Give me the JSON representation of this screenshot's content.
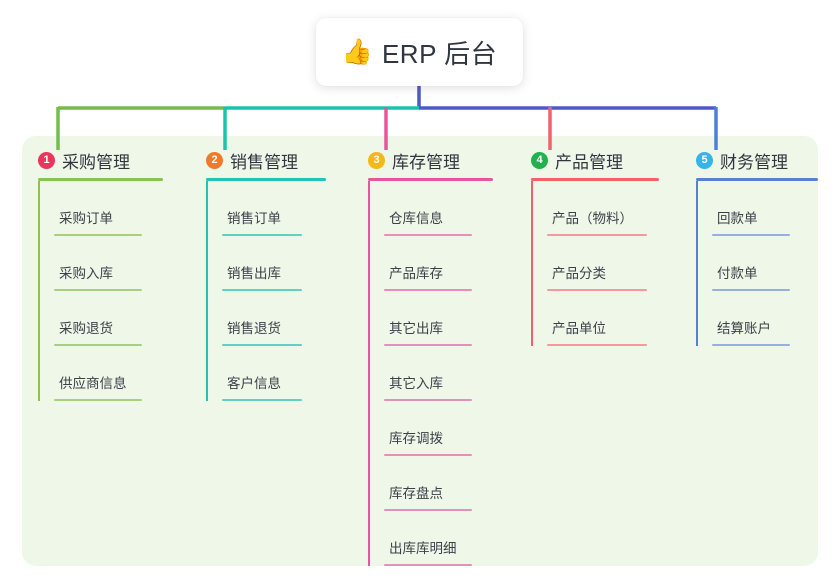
{
  "root": {
    "icon": "thumbs-up-emoji",
    "icon_glyph": "👍",
    "title": "ERP 后台"
  },
  "panel": {
    "background_color": "#eff7e9"
  },
  "connector_colors": {
    "trunk": "#4f58c8",
    "segment_1": "#76bc4d",
    "segment_2": "#18c5ab",
    "segment_3": "#4f58c8",
    "drop_1": "#76bc4d",
    "drop_2": "#18c5ab",
    "drop_3": "#e8559b",
    "drop_4": "#f4606c",
    "drop_5": "#4f7fd4"
  },
  "columns": [
    {
      "index": "1",
      "badge_label": "1",
      "badge_color": "#e8365d",
      "line_color": "#8cc254",
      "rule_color": "#a8cf7e",
      "title": "采购管理",
      "items": [
        {
          "label": "采购订单"
        },
        {
          "label": "采购入库"
        },
        {
          "label": "采购退货"
        },
        {
          "label": "供应商信息"
        }
      ]
    },
    {
      "index": "2",
      "badge_label": "2",
      "badge_color": "#f2792a",
      "line_color": "#23c4b4",
      "rule_color": "#63cfc2",
      "title": "销售管理",
      "items": [
        {
          "label": "销售订单"
        },
        {
          "label": "销售出库"
        },
        {
          "label": "销售退货"
        },
        {
          "label": "客户信息"
        }
      ]
    },
    {
      "index": "3",
      "badge_label": "3",
      "badge_color": "#f5b81b",
      "line_color": "#e8559b",
      "rule_color": "#e390bb",
      "title": "库存管理",
      "items": [
        {
          "label": "仓库信息"
        },
        {
          "label": "产品库存"
        },
        {
          "label": "其它出库"
        },
        {
          "label": "其它入库"
        },
        {
          "label": "库存调拨"
        },
        {
          "label": "库存盘点"
        },
        {
          "label": "出库库明细"
        }
      ]
    },
    {
      "index": "4",
      "badge_label": "4",
      "badge_color": "#22b14c",
      "line_color": "#f4606c",
      "rule_color": "#f49a9d",
      "title": "产品管理",
      "items": [
        {
          "label": "产品（物料）"
        },
        {
          "label": "产品分类"
        },
        {
          "label": "产品单位"
        }
      ]
    },
    {
      "index": "5",
      "badge_label": "5",
      "badge_color": "#35b4e8",
      "line_color": "#5b7fd0",
      "rule_color": "#98aee0",
      "title": "财务管理",
      "items": [
        {
          "label": "回款单"
        },
        {
          "label": "付款单"
        },
        {
          "label": "结算账户"
        }
      ]
    }
  ],
  "layout": {
    "column_left": [
      22,
      190,
      352,
      515,
      680
    ],
    "item_rule_widths": [
      88,
      80,
      88,
      100,
      78
    ]
  }
}
